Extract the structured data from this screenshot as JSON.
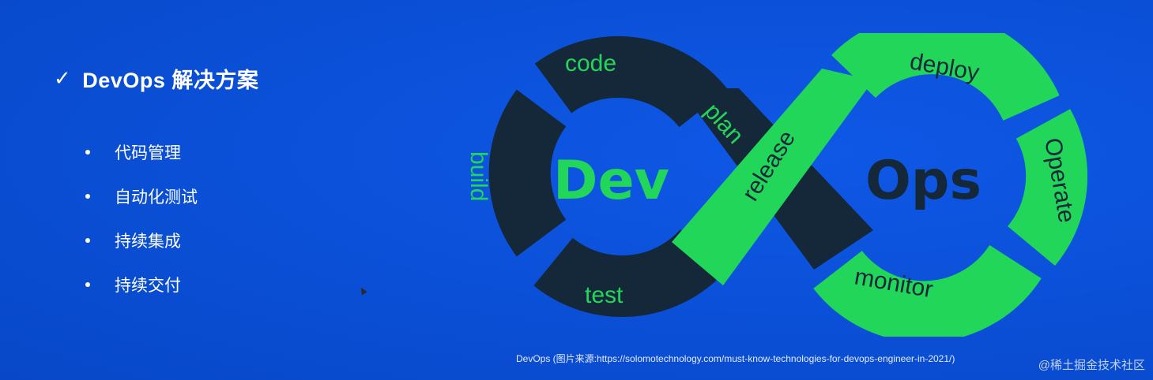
{
  "slide": {
    "check_icon": "check-mark-icon",
    "heading": "DevOps 解决方案",
    "bullets": [
      "代码管理",
      "自动化测试",
      "持续集成",
      "持续交付"
    ]
  },
  "diagram": {
    "center_left": "Dev",
    "center_right": "Ops",
    "stages": {
      "code": "code",
      "plan": "plan",
      "build": "build",
      "test": "test",
      "release": "release",
      "deploy": "deploy",
      "operate": "Operate",
      "monitor": "monitor"
    },
    "colors": {
      "dark": "#15283a",
      "green": "#22d65a",
      "background": "#0b51db"
    }
  },
  "caption": "DevOps (图片来源:https://solomotechnology.com/must-know-technologies-for-devops-engineer-in-2021/)",
  "watermark": "@稀土掘金技术社区"
}
